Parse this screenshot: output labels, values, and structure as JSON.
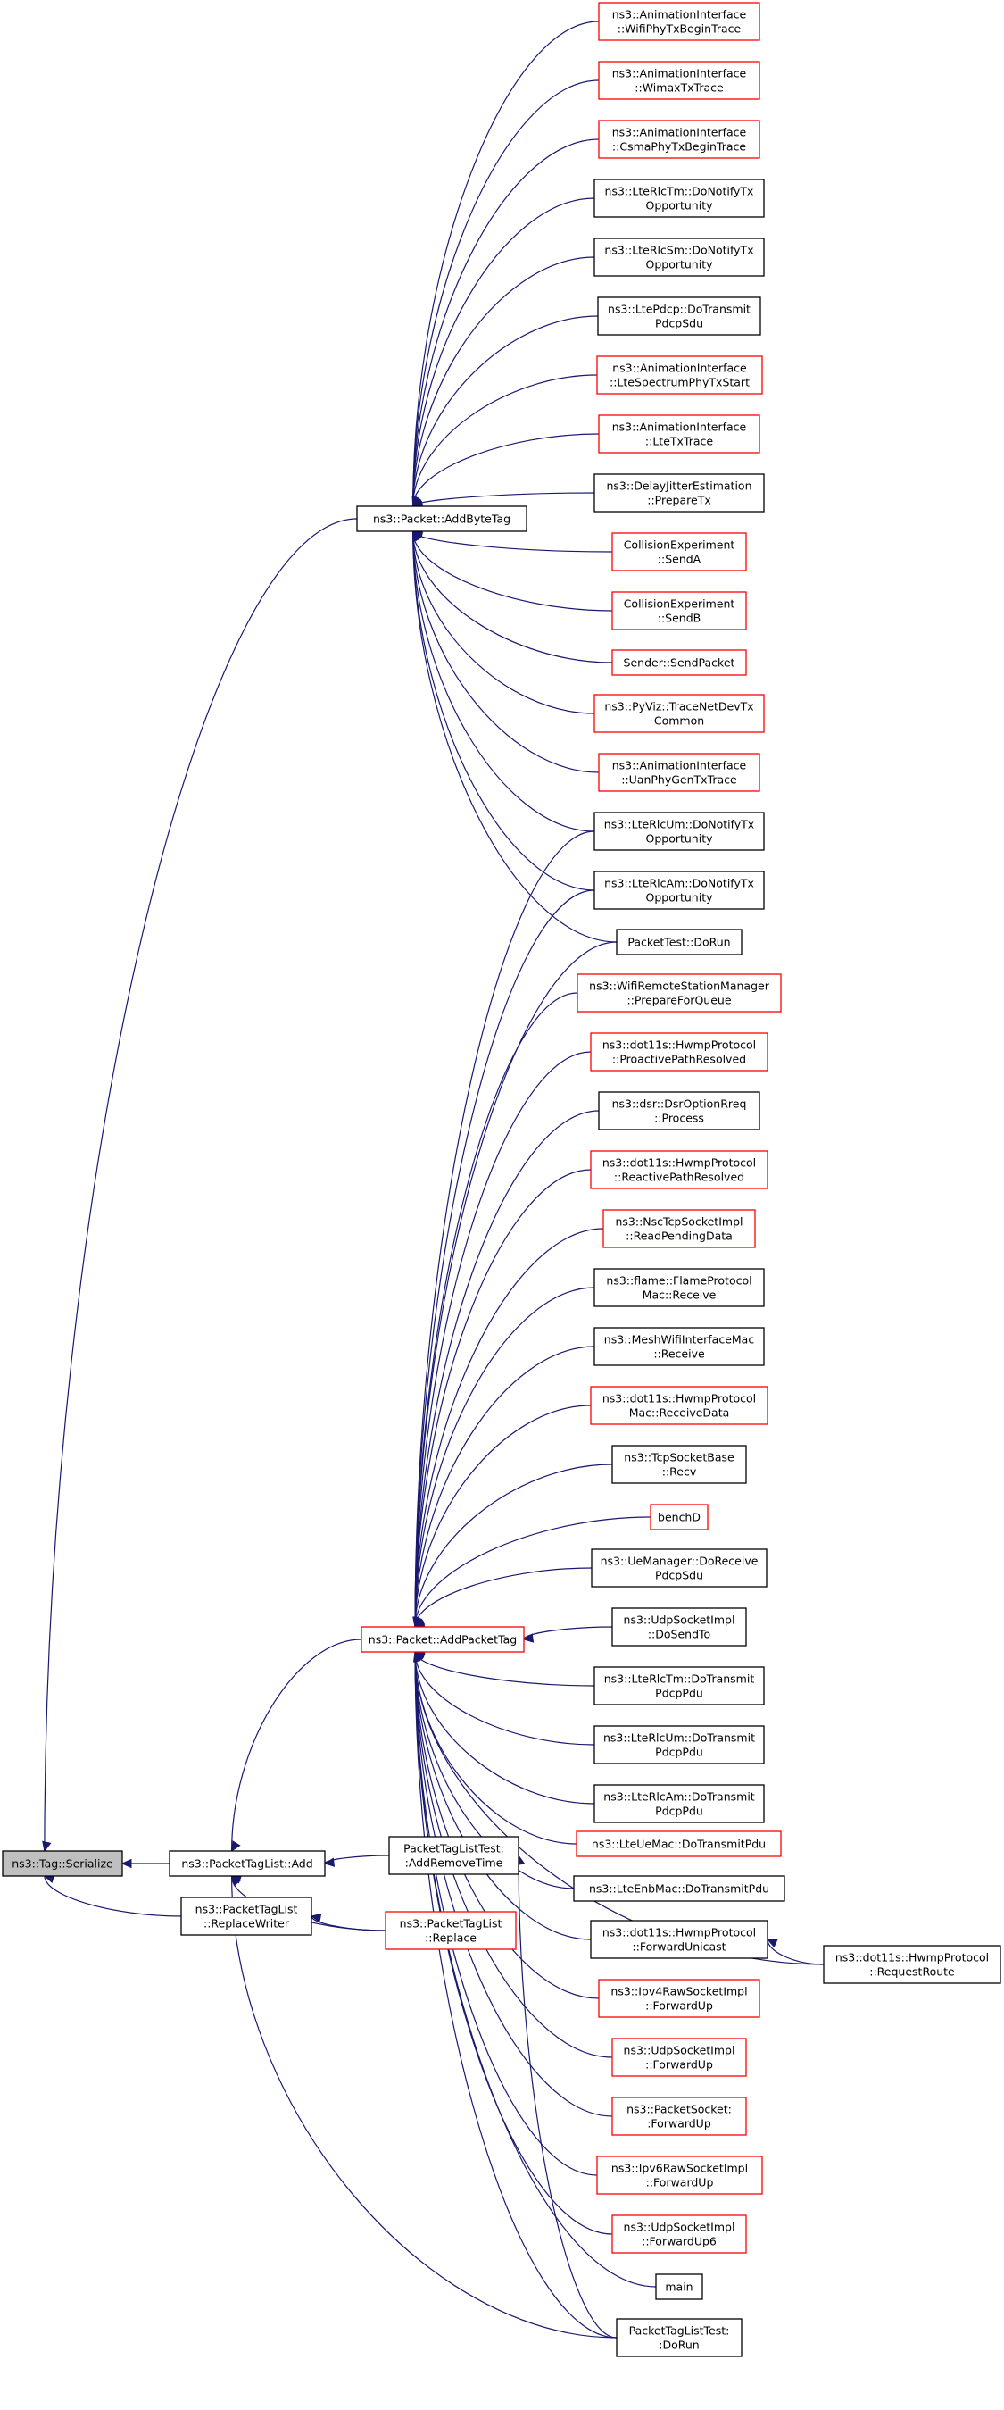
{
  "colors": {
    "edge": "#191970",
    "border_black": "#000000",
    "border_red": "#ff0000",
    "root_fill": "#bfbfbf",
    "node_fill": "#ffffff"
  },
  "nodes": [
    {
      "id": "serialize",
      "lines": [
        "ns3::Tag::Serialize"
      ],
      "border": "black",
      "root": true
    },
    {
      "id": "ptl_add",
      "lines": [
        "ns3::PacketTagList::Add"
      ],
      "border": "black"
    },
    {
      "id": "ptl_replacewriter",
      "lines": [
        "ns3::PacketTagList",
        "::ReplaceWriter"
      ],
      "border": "black"
    },
    {
      "id": "addbytetag",
      "lines": [
        "ns3::Packet::AddByteTag"
      ],
      "border": "black"
    },
    {
      "id": "addpackettag",
      "lines": [
        "ns3::Packet::AddPacketTag"
      ],
      "border": "red"
    },
    {
      "id": "ptlt_addremove",
      "lines": [
        "PacketTagListTest:",
        ":AddRemoveTime"
      ],
      "border": "black"
    },
    {
      "id": "ptl_replace",
      "lines": [
        "ns3::PacketTagList",
        "::Replace"
      ],
      "border": "red"
    },
    {
      "id": "wifiphy",
      "lines": [
        "ns3::AnimationInterface",
        "::WifiPhyTxBeginTrace"
      ],
      "border": "red"
    },
    {
      "id": "wimax",
      "lines": [
        "ns3::AnimationInterface",
        "::WimaxTxTrace"
      ],
      "border": "red"
    },
    {
      "id": "csma",
      "lines": [
        "ns3::AnimationInterface",
        "::CsmaPhyTxBeginTrace"
      ],
      "border": "red"
    },
    {
      "id": "rlctm_tx",
      "lines": [
        "ns3::LteRlcTm::DoNotifyTx",
        "Opportunity"
      ],
      "border": "black"
    },
    {
      "id": "rlcsm_tx",
      "lines": [
        "ns3::LteRlcSm::DoNotifyTx",
        "Opportunity"
      ],
      "border": "black"
    },
    {
      "id": "pdcp",
      "lines": [
        "ns3::LtePdcp::DoTransmit",
        "PdcpSdu"
      ],
      "border": "black"
    },
    {
      "id": "ltespec",
      "lines": [
        "ns3::AnimationInterface",
        "::LteSpectrumPhyTxStart"
      ],
      "border": "red"
    },
    {
      "id": "ltetx",
      "lines": [
        "ns3::AnimationInterface",
        "::LteTxTrace"
      ],
      "border": "red"
    },
    {
      "id": "delay",
      "lines": [
        "ns3::DelayJitterEstimation",
        "::PrepareTx"
      ],
      "border": "black"
    },
    {
      "id": "senda",
      "lines": [
        "CollisionExperiment",
        "::SendA"
      ],
      "border": "red"
    },
    {
      "id": "sendb",
      "lines": [
        "CollisionExperiment",
        "::SendB"
      ],
      "border": "red"
    },
    {
      "id": "sendpacket",
      "lines": [
        "Sender::SendPacket"
      ],
      "border": "red"
    },
    {
      "id": "pyviz",
      "lines": [
        "ns3::PyViz::TraceNetDevTx",
        "Common"
      ],
      "border": "red"
    },
    {
      "id": "uanphy",
      "lines": [
        "ns3::AnimationInterface",
        "::UanPhyGenTxTrace"
      ],
      "border": "red"
    },
    {
      "id": "rlcum_tx",
      "lines": [
        "ns3::LteRlcUm::DoNotifyTx",
        "Opportunity"
      ],
      "border": "black"
    },
    {
      "id": "rlcam_tx",
      "lines": [
        "ns3::LteRlcAm::DoNotifyTx",
        "Opportunity"
      ],
      "border": "black"
    },
    {
      "id": "packettest",
      "lines": [
        "PacketTest::DoRun"
      ],
      "border": "black"
    },
    {
      "id": "wifiremote",
      "lines": [
        "ns3::WifiRemoteStationManager",
        "::PrepareForQueue"
      ],
      "border": "red"
    },
    {
      "id": "hwmp_proactive",
      "lines": [
        "ns3::dot11s::HwmpProtocol",
        "::ProactivePathResolved"
      ],
      "border": "red"
    },
    {
      "id": "dsr",
      "lines": [
        "ns3::dsr::DsrOptionRreq",
        "::Process"
      ],
      "border": "black"
    },
    {
      "id": "hwmp_reactive",
      "lines": [
        "ns3::dot11s::HwmpProtocol",
        "::ReactivePathResolved"
      ],
      "border": "red"
    },
    {
      "id": "nsctcp",
      "lines": [
        "ns3::NscTcpSocketImpl",
        "::ReadPendingData"
      ],
      "border": "red"
    },
    {
      "id": "flame",
      "lines": [
        "ns3::flame::FlameProtocol",
        "Mac::Receive"
      ],
      "border": "black"
    },
    {
      "id": "meshwifi",
      "lines": [
        "ns3::MeshWifiInterfaceMac",
        "::Receive"
      ],
      "border": "black"
    },
    {
      "id": "hwmpmac",
      "lines": [
        "ns3::dot11s::HwmpProtocol",
        "Mac::ReceiveData"
      ],
      "border": "red"
    },
    {
      "id": "tcpbase",
      "lines": [
        "ns3::TcpSocketBase",
        "::Recv"
      ],
      "border": "black"
    },
    {
      "id": "benchd",
      "lines": [
        "benchD"
      ],
      "border": "red"
    },
    {
      "id": "uemanager",
      "lines": [
        "ns3::UeManager::DoReceive",
        "PdcpSdu"
      ],
      "border": "black"
    },
    {
      "id": "udpsendto",
      "lines": [
        "ns3::UdpSocketImpl",
        "::DoSendTo"
      ],
      "border": "black"
    },
    {
      "id": "rlctm_pdu",
      "lines": [
        "ns3::LteRlcTm::DoTransmit",
        "PdcpPdu"
      ],
      "border": "black"
    },
    {
      "id": "rlcum_pdu",
      "lines": [
        "ns3::LteRlcUm::DoTransmit",
        "PdcpPdu"
      ],
      "border": "black"
    },
    {
      "id": "rlcam_pdu",
      "lines": [
        "ns3::LteRlcAm::DoTransmit",
        "PdcpPdu"
      ],
      "border": "black"
    },
    {
      "id": "uemac",
      "lines": [
        "ns3::LteUeMac::DoTransmitPdu"
      ],
      "border": "red"
    },
    {
      "id": "enbmac",
      "lines": [
        "ns3::LteEnbMac::DoTransmitPdu"
      ],
      "border": "black"
    },
    {
      "id": "hwmp_fwd",
      "lines": [
        "ns3::dot11s::HwmpProtocol",
        "::ForwardUnicast"
      ],
      "border": "black"
    },
    {
      "id": "hwmp_route",
      "lines": [
        "ns3::dot11s::HwmpProtocol",
        "::RequestRoute"
      ],
      "border": "black"
    },
    {
      "id": "ipv4raw",
      "lines": [
        "ns3::Ipv4RawSocketImpl",
        "::ForwardUp"
      ],
      "border": "red"
    },
    {
      "id": "udpfwd",
      "lines": [
        "ns3::UdpSocketImpl",
        "::ForwardUp"
      ],
      "border": "red"
    },
    {
      "id": "packetsocket",
      "lines": [
        "ns3::PacketSocket:",
        ":ForwardUp"
      ],
      "border": "red"
    },
    {
      "id": "ipv6raw",
      "lines": [
        "ns3::Ipv6RawSocketImpl",
        "::ForwardUp"
      ],
      "border": "red"
    },
    {
      "id": "udpfwd6",
      "lines": [
        "ns3::UdpSocketImpl",
        "::ForwardUp6"
      ],
      "border": "red"
    },
    {
      "id": "main",
      "lines": [
        "main"
      ],
      "border": "black"
    },
    {
      "id": "ptlt_dorun",
      "lines": [
        "PacketTagListTest:",
        ":DoRun"
      ],
      "border": "black"
    }
  ],
  "edges": [
    [
      "ptl_add",
      "serialize"
    ],
    [
      "ptl_replacewriter",
      "serialize"
    ],
    [
      "addbytetag",
      "serialize"
    ],
    [
      "addpackettag",
      "ptl_add"
    ],
    [
      "ptlt_addremove",
      "ptl_add"
    ],
    [
      "ptl_replace",
      "ptl_add"
    ],
    [
      "ptlt_dorun",
      "ptl_add"
    ],
    [
      "ptl_replace",
      "ptl_replacewriter"
    ],
    [
      "ptlt_dorun",
      "ptlt_addremove"
    ],
    [
      "wifiphy",
      "addbytetag"
    ],
    [
      "wimax",
      "addbytetag"
    ],
    [
      "csma",
      "addbytetag"
    ],
    [
      "rlctm_tx",
      "addbytetag"
    ],
    [
      "rlcsm_tx",
      "addbytetag"
    ],
    [
      "pdcp",
      "addbytetag"
    ],
    [
      "ltespec",
      "addbytetag"
    ],
    [
      "ltetx",
      "addbytetag"
    ],
    [
      "delay",
      "addbytetag"
    ],
    [
      "senda",
      "addbytetag"
    ],
    [
      "sendb",
      "addbytetag"
    ],
    [
      "sendpacket",
      "addbytetag"
    ],
    [
      "pyviz",
      "addbytetag"
    ],
    [
      "uanphy",
      "addbytetag"
    ],
    [
      "rlcum_tx",
      "addbytetag"
    ],
    [
      "rlcam_tx",
      "addbytetag"
    ],
    [
      "packettest",
      "addbytetag"
    ],
    [
      "rlcum_tx",
      "addpackettag"
    ],
    [
      "rlcam_tx",
      "addpackettag"
    ],
    [
      "packettest",
      "addpackettag"
    ],
    [
      "wifiremote",
      "addpackettag"
    ],
    [
      "hwmp_proactive",
      "addpackettag"
    ],
    [
      "dsr",
      "addpackettag"
    ],
    [
      "hwmp_reactive",
      "addpackettag"
    ],
    [
      "nsctcp",
      "addpackettag"
    ],
    [
      "flame",
      "addpackettag"
    ],
    [
      "meshwifi",
      "addpackettag"
    ],
    [
      "hwmpmac",
      "addpackettag"
    ],
    [
      "tcpbase",
      "addpackettag"
    ],
    [
      "benchd",
      "addpackettag"
    ],
    [
      "uemanager",
      "addpackettag"
    ],
    [
      "udpsendto",
      "addpackettag"
    ],
    [
      "rlctm_pdu",
      "addpackettag"
    ],
    [
      "rlcum_pdu",
      "addpackettag"
    ],
    [
      "rlcam_pdu",
      "addpackettag"
    ],
    [
      "uemac",
      "addpackettag"
    ],
    [
      "enbmac",
      "addpackettag"
    ],
    [
      "hwmp_route",
      "addpackettag"
    ],
    [
      "hwmp_fwd",
      "addpackettag"
    ],
    [
      "ipv4raw",
      "addpackettag"
    ],
    [
      "udpfwd",
      "addpackettag"
    ],
    [
      "packetsocket",
      "addpackettag"
    ],
    [
      "ipv6raw",
      "addpackettag"
    ],
    [
      "udpfwd6",
      "addpackettag"
    ],
    [
      "main",
      "addpackettag"
    ],
    [
      "ptlt_dorun",
      "addpackettag"
    ],
    [
      "hwmp_route",
      "hwmp_fwd"
    ]
  ]
}
